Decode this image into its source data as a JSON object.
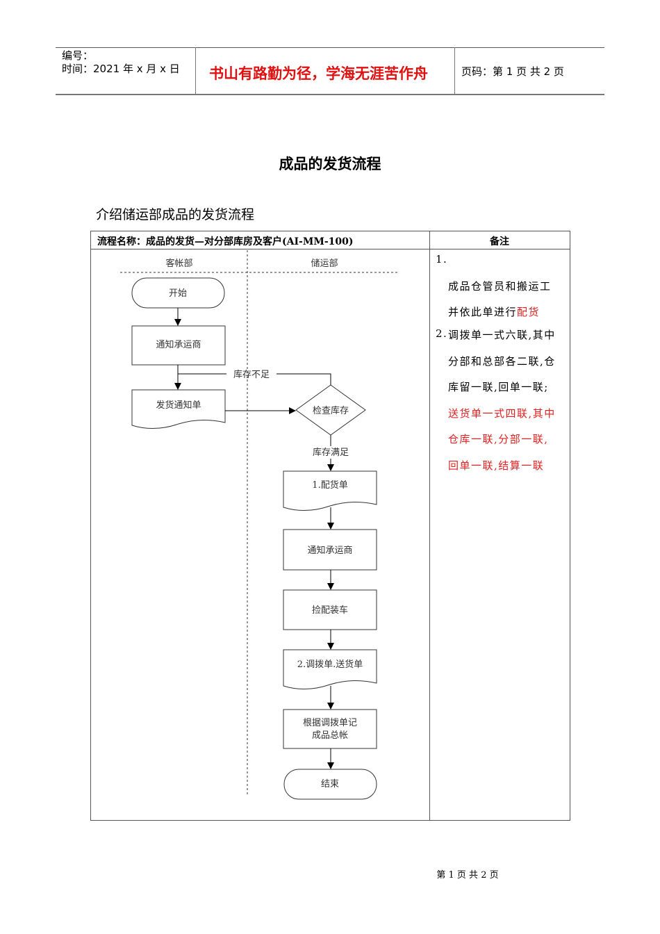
{
  "header": {
    "number_label": "编号：",
    "time_label": "时间：2021 年 x 月 x 日",
    "motto": "书山有路勤为径，学海无涯苦作舟",
    "page_info": "页码：第 1 页  共 2 页"
  },
  "title": "成品的发货流程",
  "subtitle": "介绍储运部成品的发货流程",
  "table": {
    "process_name": "流程名称：成品的发货—对分部库房及客户(AI-MM-100)",
    "remarks_header": "备注",
    "lanes": [
      "客帐部",
      "储运部"
    ],
    "flow": {
      "start": "开始",
      "notify_carrier_1": "通知承运商",
      "shortage_label": "库存不足",
      "delivery_notice": "发货通知单",
      "check_stock": "检查库存",
      "sufficient_label": "库存满足",
      "picking_list": "1.配货单",
      "notify_carrier_2": "通知承运商",
      "pick_load": "捡配装车",
      "transfer_delivery": "2.调拨单.送货单",
      "ledger_line1": "根据调拨单记",
      "ledger_line2": "成品总帐",
      "end": "结束"
    },
    "remarks": {
      "n1": "1.",
      "l1": "成品仓管员和搬运工",
      "l2a": "并依此单进行",
      "l2b": "配货",
      "n2": "2.",
      "l3": "调拨单一式六联,其中",
      "l4": "分部和总部各二联,仓",
      "l5": "库留一联,回单一联;",
      "l6": "送货单一式四联,其中",
      "l7": "仓库一联,分部一联,",
      "l8": "回单一联,结算一联"
    }
  },
  "footer": "第  1  页  共  2  页",
  "colors": {
    "accent_red": "#e01010"
  }
}
